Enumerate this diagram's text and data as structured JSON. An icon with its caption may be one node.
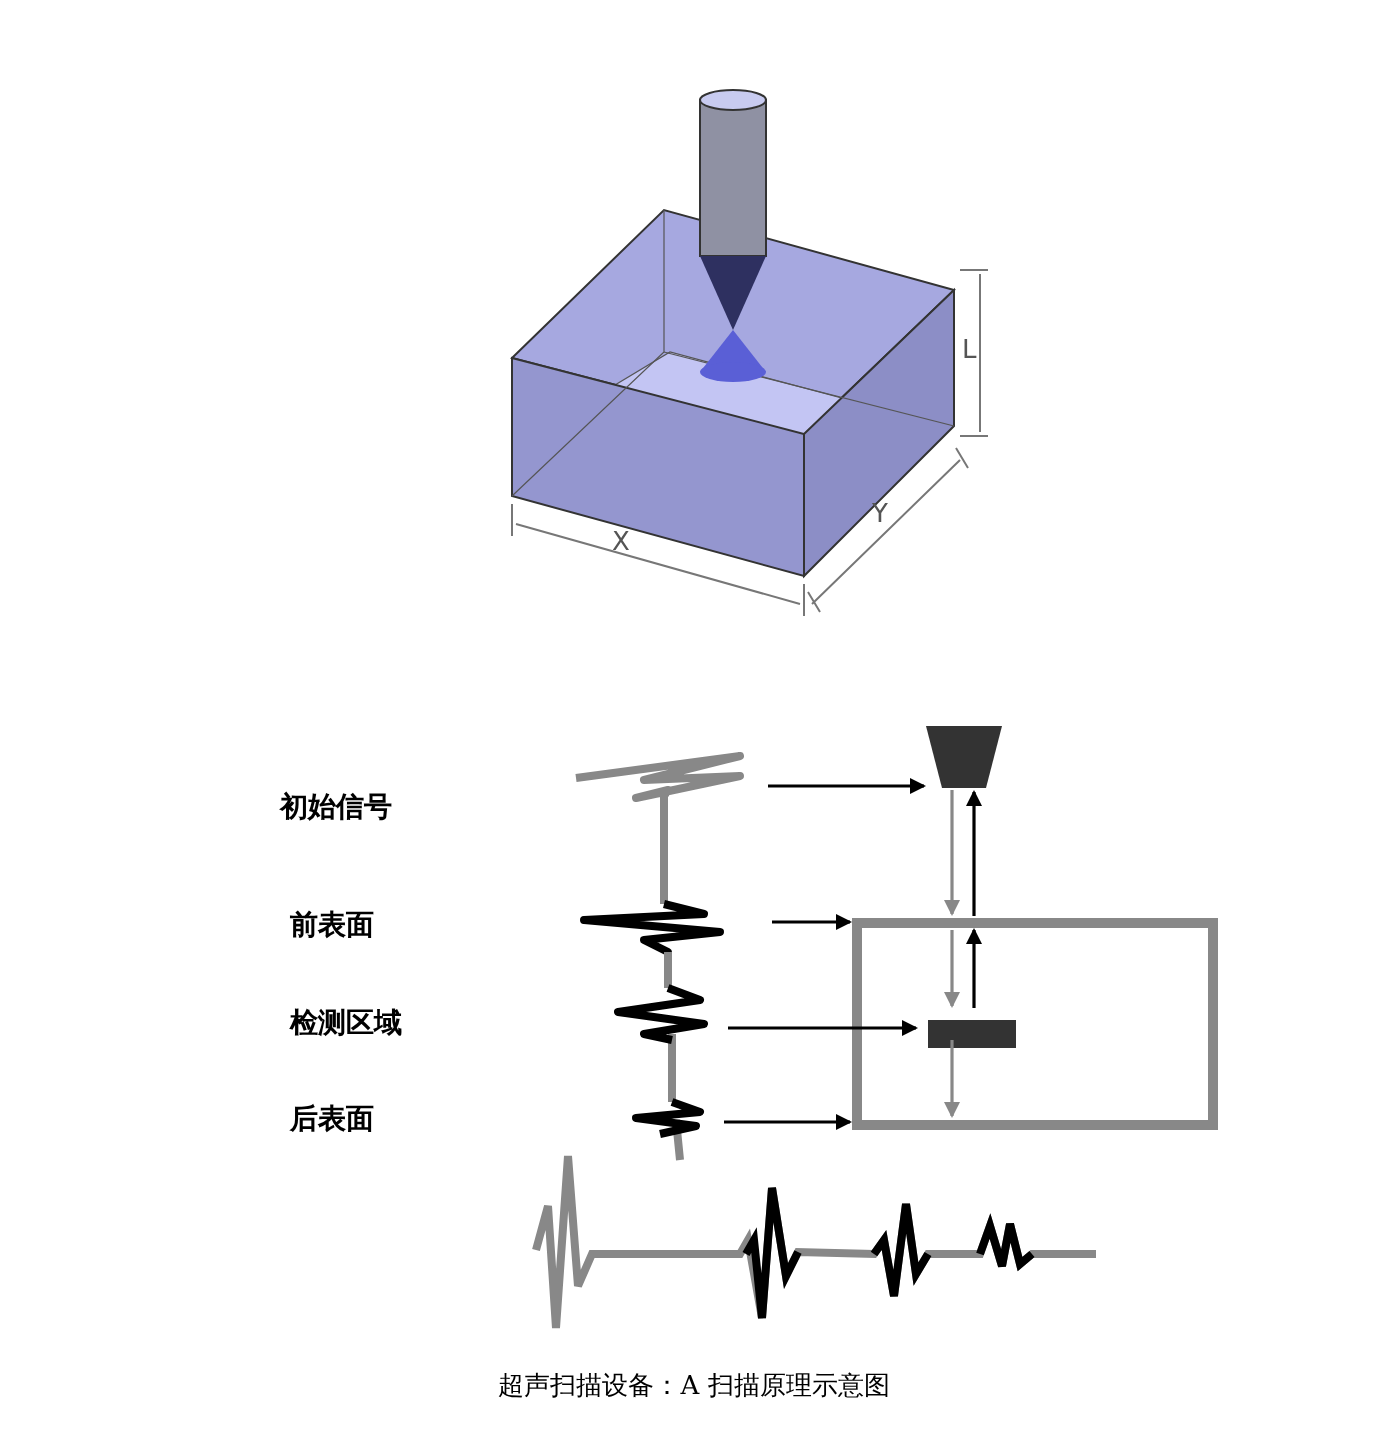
{
  "diagram": {
    "caption": "超声扫描设备：A 扫描原理示意图",
    "nodes": [
      {
        "text": [],
        "shape": "trapezoid"
      },
      {
        "text": [],
        "shape": "box"
      },
      {
        "text": [],
        "shape": "bar",
        "in": 1
      }
    ],
    "edges": [
      {
        "from": null,
        "to": 0,
        "arrow": "to"
      },
      {
        "from": null,
        "to": 1,
        "arrow": "to"
      },
      {
        "from": null,
        "to": 2,
        "arrow": "to"
      },
      {
        "from": null,
        "to": 1,
        "arrow": "to"
      },
      {
        "from": 0,
        "to": 1,
        "arrow": "to",
        "color": "#888888"
      },
      {
        "from": 1,
        "to": 0,
        "arrow": "to"
      },
      {
        "from": 1,
        "to": 2,
        "arrow": "to",
        "color": "#888888"
      },
      {
        "from": 2,
        "to": 1,
        "arrow": "to"
      },
      {
        "from": 2,
        "to": 1,
        "arrow": "to",
        "color": "#888888"
      }
    ],
    "labels": [
      "L",
      "Y",
      "X",
      "初始信号",
      "前表面",
      "检测区域",
      "后表面"
    ]
  }
}
